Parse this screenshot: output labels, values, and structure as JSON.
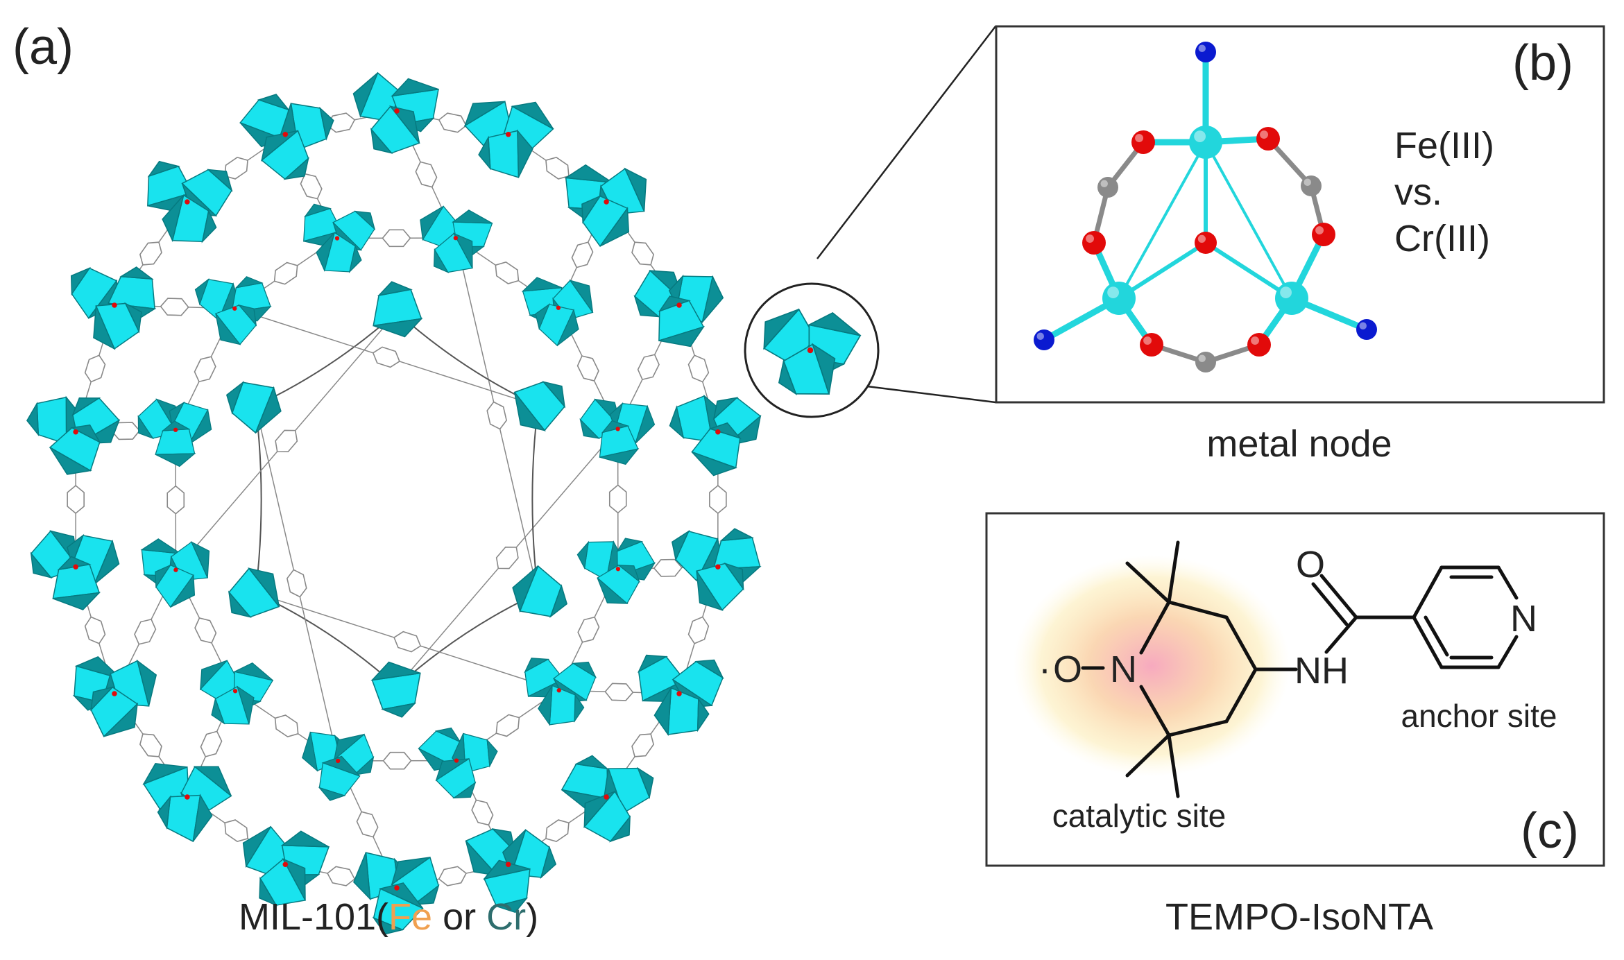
{
  "colors": {
    "fe": "#f0a050",
    "cr": "#2e6e6e",
    "polyhedron_light": "#19e3ee",
    "polyhedron_dark": "#0c8f96",
    "metal_atom": "#22d6dc",
    "oxygen": "#e20a0a",
    "carbon": "#8a8a8a",
    "nitrogen": "#0a1ad0",
    "linker": "#888888",
    "n_label": "#1a2ad8",
    "o_label": "#e8300a"
  },
  "panel_a": {
    "label": "(a)",
    "caption_prefix": "MIL-101(",
    "caption_fe": "Fe",
    "caption_or": " or ",
    "caption_cr": "Cr",
    "caption_suffix": ")"
  },
  "panel_b": {
    "label": "(b)",
    "fe_text": "Fe(III)",
    "vs_text": "vs.",
    "cr_text": "Cr(III)",
    "caption": "metal node"
  },
  "panel_c": {
    "label": "(c)",
    "radical_dot": "·",
    "o_atom": "O",
    "n_atom": "N",
    "nh_group": "NH",
    "carbonyl_o": "O",
    "pyridine_n": "N",
    "catalytic_label": "catalytic site",
    "anchor_label": "anchor site",
    "caption": "TEMPO-IsoNTA"
  }
}
